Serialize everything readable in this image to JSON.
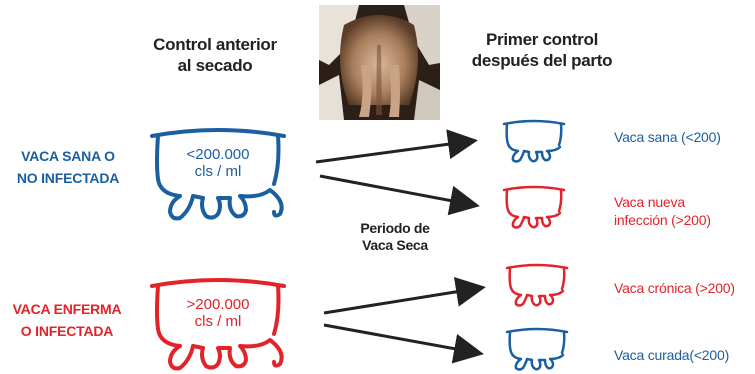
{
  "colors": {
    "healthy": "#1a5fa0",
    "sick": "#e2232a",
    "arrow": "#222222",
    "heading": "#222222"
  },
  "headings": {
    "before": [
      "Control anterior",
      "al secado"
    ],
    "after": [
      "Primer control",
      "después del parto"
    ]
  },
  "period_label": [
    "Periodo de",
    "Vaca Seca"
  ],
  "photo": {
    "icon": "cow-udder-photo"
  },
  "conditions": {
    "healthy": {
      "label": [
        "VACA SANA O",
        "NO INFECTADA"
      ],
      "udder_text": [
        "<200.000",
        "cls / ml"
      ]
    },
    "sick": {
      "label": [
        "VACA ENFERMA",
        "O INFECTADA"
      ],
      "udder_text": [
        ">200.000",
        "cls / ml"
      ]
    }
  },
  "results": [
    {
      "label": [
        "Vaca sana (<200)"
      ],
      "color": "#1a5fa0"
    },
    {
      "label": [
        "Vaca nueva",
        "infección (>200)"
      ],
      "color": "#e2232a"
    },
    {
      "label": [
        "Vaca crónica (>200)"
      ],
      "color": "#e2232a"
    },
    {
      "label": [
        "Vaca curada(<200)"
      ],
      "color": "#1a5fa0"
    }
  ]
}
